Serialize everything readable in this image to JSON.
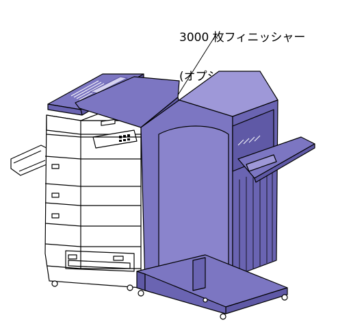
{
  "callout": {
    "line1": "3000 枚フィニッシャー",
    "line2": "(オプション)"
  },
  "illustration": {
    "subject": "printer-with-finisher",
    "colors": {
      "finisher": "#7c76c2",
      "finisher_dark": "#5f59a6",
      "finisher_light": "#9e98d8",
      "printer_body": "#ffffff",
      "outline": "#000000"
    }
  }
}
